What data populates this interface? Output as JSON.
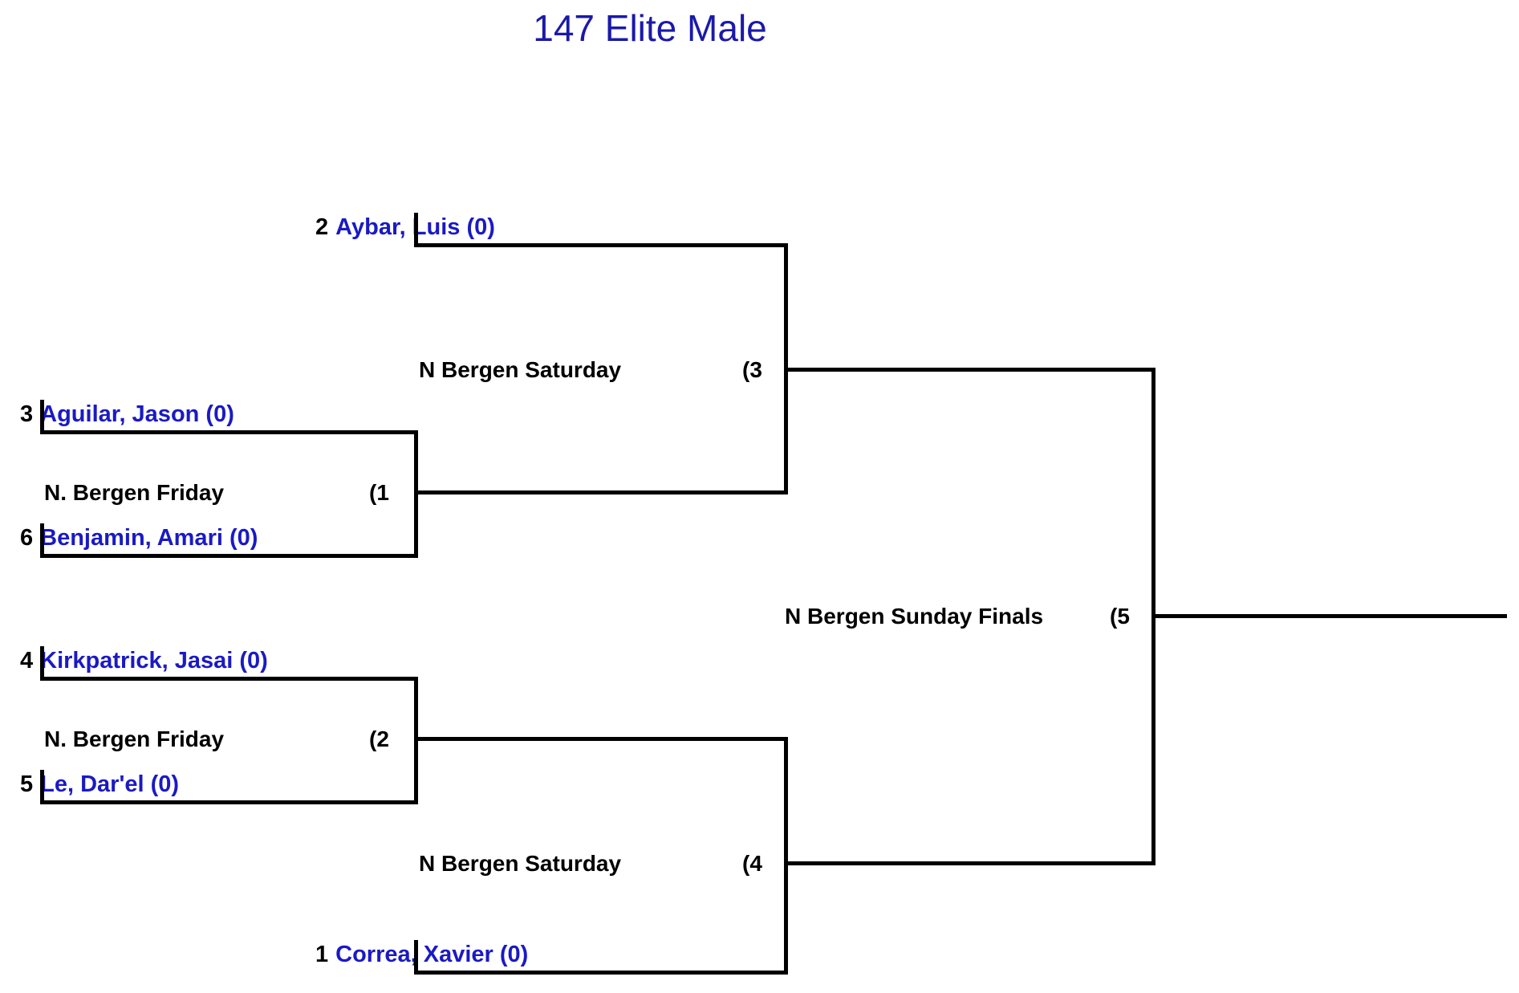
{
  "title": "147 Elite Male",
  "colors": {
    "title": "#1a1aa8",
    "competitor_name": "#1a1ac4",
    "seed": "#000000",
    "line": "#000000",
    "background": "#ffffff"
  },
  "bracket": {
    "rounds": [
      {
        "name": "round-1",
        "matches": [
          {
            "number": "(1",
            "label": "N. Bergen Friday",
            "competitors": [
              {
                "seed": "3",
                "name": "Aguilar, Jason (0)"
              },
              {
                "seed": "6",
                "name": "Benjamin, Amari (0)"
              }
            ]
          },
          {
            "number": "(2",
            "label": "N. Bergen Friday",
            "competitors": [
              {
                "seed": "4",
                "name": "Kirkpatrick, Jasai (0)"
              },
              {
                "seed": "5",
                "name": "Le, Dar'el (0)"
              }
            ]
          }
        ]
      },
      {
        "name": "round-2",
        "matches": [
          {
            "number": "(3",
            "label": "N Bergen Saturday",
            "competitors": [
              {
                "seed": "2",
                "name": "Aybar, Luis (0)"
              }
            ]
          },
          {
            "number": "(4",
            "label": "N Bergen Saturday",
            "competitors": [
              {
                "seed": "1",
                "name": "Correa, Xavier (0)"
              }
            ]
          }
        ]
      },
      {
        "name": "finals",
        "matches": [
          {
            "number": "(5",
            "label": "N Bergen Sunday Finals",
            "competitors": []
          }
        ]
      }
    ]
  }
}
